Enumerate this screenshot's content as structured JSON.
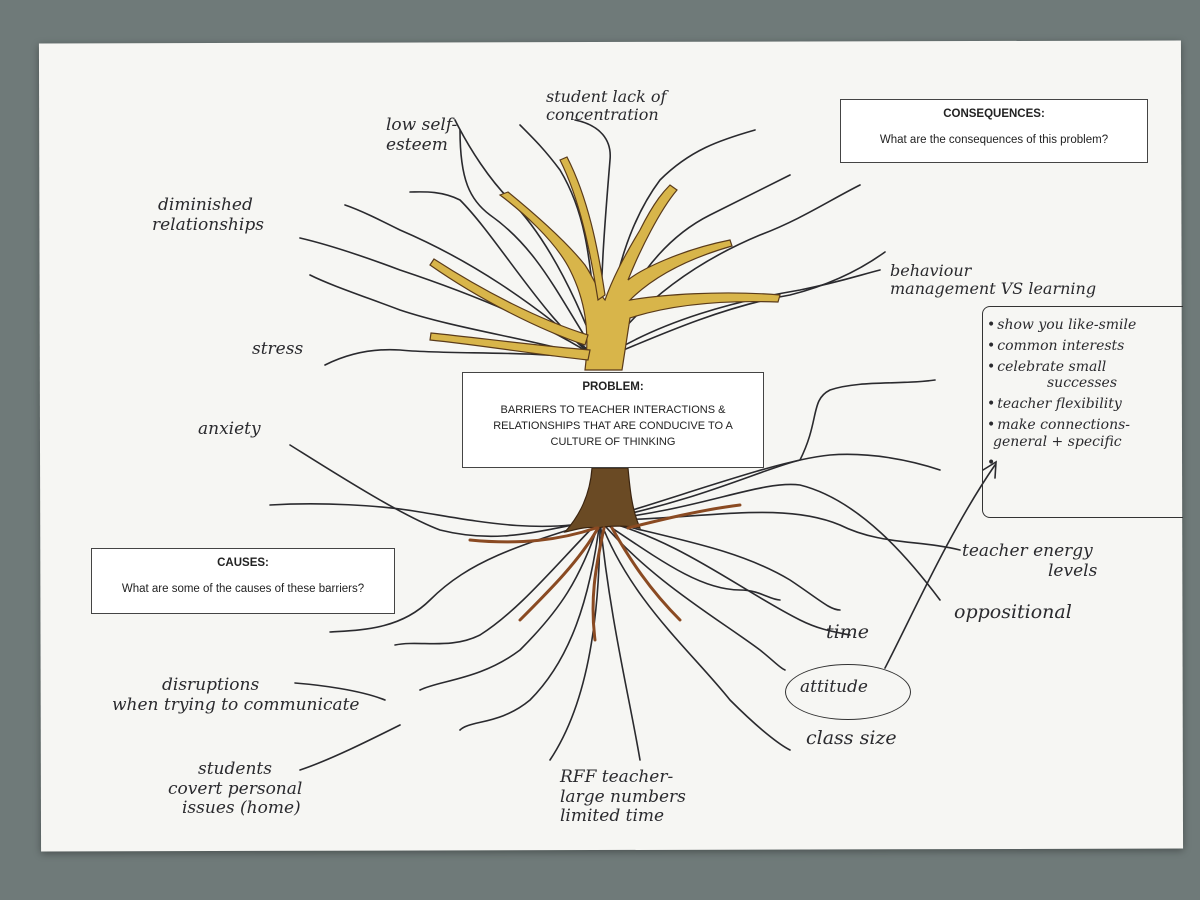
{
  "problem": {
    "heading": "PROBLEM:",
    "lines": [
      "BARRIERS TO TEACHER INTERACTIONS &",
      "RELATIONSHIPS THAT ARE CONDUCIVE TO A",
      "CULTURE OF THINKING"
    ]
  },
  "consequences": {
    "heading": "CONSEQUENCES:",
    "question": "What are the consequences of this problem?"
  },
  "causes": {
    "heading": "CAUSES:",
    "question": "What are some of the causes of these barriers?"
  },
  "branch_notes": {
    "student_concentration": "student lack of concentration",
    "low_self_esteem": [
      "low self-",
      "esteem"
    ],
    "diminished_relationships": [
      "diminished",
      "relationships"
    ],
    "behaviour_management": [
      "behaviour",
      "management VS learning"
    ],
    "stress": "stress"
  },
  "root_notes": {
    "anxiety": "anxiety",
    "teacher_energy": [
      "teacher energy",
      "levels"
    ],
    "oppositional": "oppositional",
    "time": "time",
    "attitude": "attitude",
    "class_size": "class size",
    "disruptions": [
      "disruptions",
      "when trying to communicate"
    ],
    "students_covert": [
      "students",
      "covert personal",
      "issues (home)"
    ],
    "rff_teacher": [
      "RFF teacher-",
      "large numbers",
      "limited time"
    ]
  },
  "solutions_list": [
    "show you like-smile",
    "common interests",
    "celebrate small",
    "successes",
    "teacher flexibility",
    "make connections-",
    "general + specific",
    ""
  ],
  "colors": {
    "trunk": "#d8b54a",
    "trunk_dark": "#5a3b1a",
    "roots": "#8a4a22",
    "ink": "#2a2a2e",
    "paper": "#f6f6f3",
    "background": "#6f7a79"
  }
}
